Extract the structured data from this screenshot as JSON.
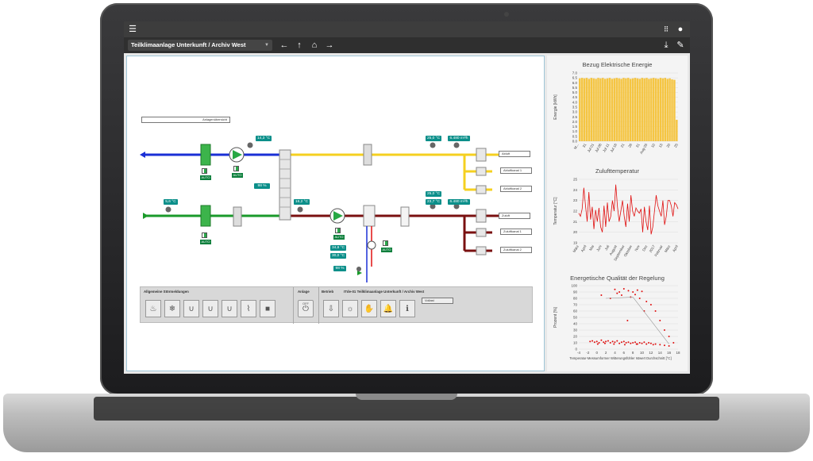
{
  "app": {
    "title": "Teilklimaanlage Unterkunft / Archiv West"
  },
  "icons": {
    "menu": "menu-icon",
    "apps": "grid-icon",
    "account": "account-icon",
    "back": "arrow-left-icon",
    "up": "arrow-up-icon",
    "home": "home-icon",
    "forward": "arrow-right-icon",
    "download": "download-icon",
    "edit": "pencil-icon"
  },
  "diagram": {
    "overview_tag": "Anlagenübersicht",
    "temp_supply_top": "14,3 °C",
    "temp_outside": "5,6 °C",
    "temp_after_hrc": "16,2 °C",
    "hrc_percent": "98 %",
    "temp_exhaust_top": "25,0 °C",
    "flow_exhaust": "6.480 m³/h",
    "temp_mid_top": "25,0 °C",
    "temp_mid": "23,7 °C",
    "flow_supply": "6.480 m³/h",
    "heater_temp1": "34,8 °C",
    "heater_temp2": "30,0 °C",
    "heater_percent": "98 %",
    "exhaust_out": "Abluft",
    "supply_out": "Zuluft",
    "exhaust_1": "Abluftkanal 1",
    "exhaust_2": "Abluftkanal 2",
    "supply_1": "Zuluftkanal 1",
    "supply_2": "Zuluftkanal 2",
    "auto": "AUTO"
  },
  "panel": {
    "group1": "Allgemeine Störmeldungen",
    "group2": "Anlage",
    "group3": "Betrieb",
    "group4": "ITde-01 Teilklimaanlage Unterkunft / Archiv West",
    "onoff": "OFF",
    "mode": "Vollast"
  },
  "charts": {
    "energy": {
      "title": "Bezug Elektrische Energie",
      "ylabel": "Energie [kWh]"
    },
    "supply_temp": {
      "title": "Zulufttemperatur",
      "ylabel": "Temperatur [°C]"
    },
    "quality": {
      "title": "Energetische Qualität der Regelung",
      "ylabel": "Prozent [%]",
      "xlabel": "Temperatur-Messumformer Witterungsfühler Istwert Durchschnitt [°C]"
    }
  },
  "chart_data": [
    {
      "type": "bar",
      "title": "Bezug Elektrische Energie",
      "ylabel": "Energie [kWh]",
      "ylim": [
        0,
        7
      ],
      "yticks": [
        0,
        0.5,
        1,
        1.5,
        2,
        2.5,
        3,
        3.5,
        4,
        4.5,
        5,
        5.5,
        6,
        6.5,
        7
      ],
      "x_labels": [
        "M...",
        "31",
        "Jul 01",
        "Jul 06",
        "Jul 11",
        "Jul 16",
        "21",
        "26",
        "31",
        "Aug 05",
        "10",
        "15",
        "20",
        "25"
      ],
      "values": [
        6.45,
        6.5,
        6.45,
        6.5,
        6.4,
        6.5,
        6.45,
        6.4,
        6.5,
        6.45,
        6.5,
        6.4,
        6.45,
        6.5,
        6.4,
        6.45,
        6.5,
        6.45,
        6.4,
        6.5,
        6.45,
        6.5,
        6.4,
        6.45,
        6.5,
        6.45,
        6.4,
        6.5,
        6.45,
        6.5,
        6.4,
        6.45,
        6.5,
        6.45,
        6.4,
        6.5,
        6.45,
        6.5,
        6.4,
        6.45,
        6.35,
        6.3,
        2.2
      ],
      "color": "#f5c542",
      "grid": true
    },
    {
      "type": "line",
      "title": "Zulufttemperatur",
      "ylabel": "Temperatur [°C]",
      "ylim": [
        19,
        25
      ],
      "yticks": [
        19,
        20,
        21,
        22,
        23,
        24,
        25
      ],
      "x_labels": [
        "März",
        "April",
        "Mai",
        "Juni",
        "Juli",
        "August",
        "September",
        "Oktober",
        "Nov",
        "Dez",
        "2017",
        "Februar",
        "März",
        "April"
      ],
      "values": [
        21.8,
        21.5,
        22.2,
        24.2,
        22.5,
        21,
        23.8,
        21.2,
        22.4,
        20.3,
        22.1,
        21,
        22.3,
        20.5,
        20,
        22.5,
        20.5,
        22.8,
        21,
        21.5,
        23,
        22,
        24.5,
        22.4,
        21,
        22,
        23,
        21.5,
        20.5,
        22.7,
        21,
        23.5,
        22,
        21.5,
        22.3,
        22,
        21.8,
        22.2,
        20,
        22.4,
        21,
        20.2,
        22.5,
        19.8,
        20.5,
        22,
        23.5,
        22.5,
        22,
        21.5,
        23,
        20.7,
        21.5,
        23,
        23,
        22.5,
        21.5,
        22.8,
        22.6,
        22.2
      ],
      "color": "#e01010",
      "grid": true
    },
    {
      "type": "scatter",
      "title": "Energetische Qualität der Regelung",
      "ylabel": "Prozent [%]",
      "xlabel": "Temperatur-Messumformer Witterungsfühler Istwert Durchschnitt [°C]",
      "xlim": [
        -4,
        18
      ],
      "ylim": [
        0,
        100
      ],
      "xticks": [
        -4,
        -2,
        0,
        2,
        4,
        6,
        8,
        10,
        12,
        14,
        16,
        18
      ],
      "yticks": [
        0,
        10,
        20,
        30,
        40,
        50,
        60,
        70,
        80,
        90,
        100
      ],
      "points": [
        [
          -1,
          13
        ],
        [
          -0.5,
          11
        ],
        [
          0,
          12
        ],
        [
          0.5,
          10
        ],
        [
          1,
          14
        ],
        [
          1.5,
          11
        ],
        [
          2,
          12
        ],
        [
          2.5,
          13
        ],
        [
          3,
          10
        ],
        [
          3.5,
          12
        ],
        [
          4,
          11
        ],
        [
          4.5,
          13
        ],
        [
          5,
          9
        ],
        [
          5.5,
          11
        ],
        [
          6,
          12
        ],
        [
          6.5,
          10
        ],
        [
          7,
          11
        ],
        [
          7.5,
          9
        ],
        [
          8,
          10
        ],
        [
          8.5,
          11
        ],
        [
          9,
          8
        ],
        [
          9.5,
          10
        ],
        [
          10,
          9
        ],
        [
          10.5,
          11
        ],
        [
          11,
          8
        ],
        [
          11.5,
          10
        ],
        [
          12,
          9
        ],
        [
          12.5,
          7
        ],
        [
          13,
          8
        ],
        [
          14,
          7
        ],
        [
          15,
          6
        ],
        [
          16,
          5
        ],
        [
          -1.5,
          12
        ],
        [
          0.2,
          8
        ],
        [
          1.8,
          9
        ],
        [
          3.8,
          8
        ],
        [
          6.2,
          7
        ],
        [
          8.8,
          8
        ],
        [
          4,
          94
        ],
        [
          5,
          90
        ],
        [
          6,
          95
        ],
        [
          7,
          92
        ],
        [
          8,
          90
        ],
        [
          9,
          93
        ],
        [
          10,
          91
        ],
        [
          4.5,
          88
        ],
        [
          5.5,
          85
        ],
        [
          7.5,
          82
        ],
        [
          8.5,
          86
        ],
        [
          9.5,
          80
        ],
        [
          11,
          75
        ],
        [
          12,
          70
        ],
        [
          13,
          60
        ],
        [
          14,
          45
        ],
        [
          15,
          30
        ],
        [
          16,
          20
        ],
        [
          17,
          10
        ],
        [
          6.8,
          45
        ],
        [
          10.5,
          60
        ],
        [
          1,
          85
        ],
        [
          3,
          80
        ]
      ],
      "trend": [
        [
          2,
          80
        ],
        [
          8,
          82
        ],
        [
          16,
          8
        ]
      ],
      "color": "#e01010",
      "grid": true
    }
  ]
}
